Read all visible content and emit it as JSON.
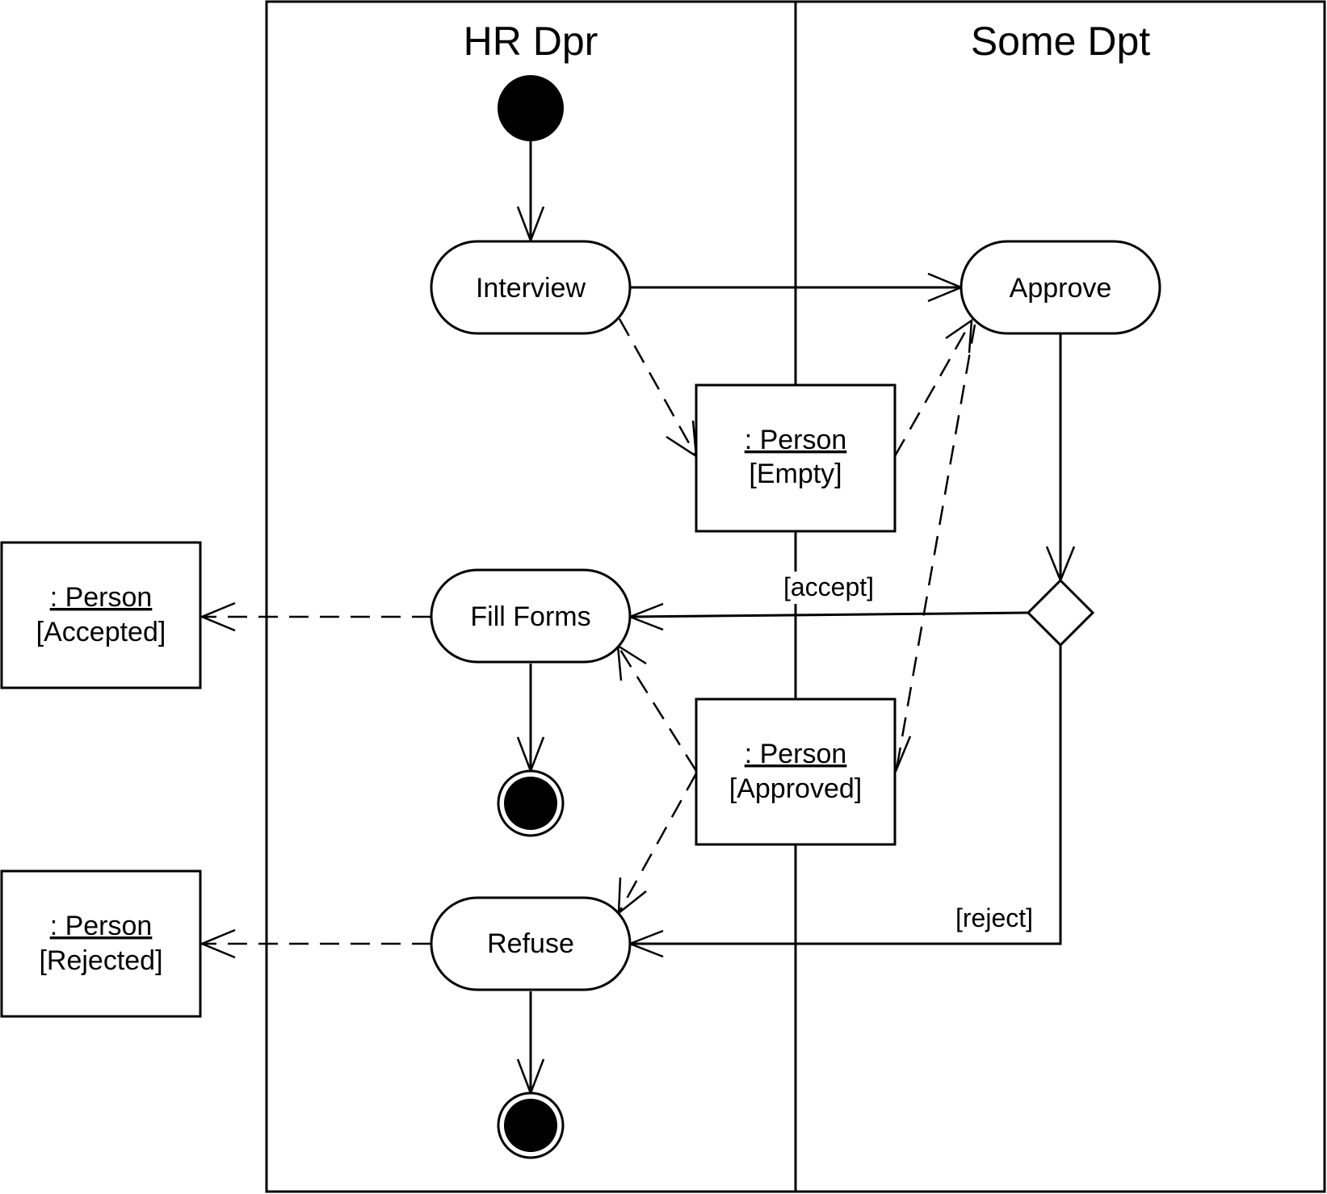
{
  "swimlanes": [
    {
      "id": "hr",
      "title": "HR Dpr"
    },
    {
      "id": "dept",
      "title": "Some Dpt"
    }
  ],
  "actions": {
    "interview": "Interview",
    "approve": "Approve",
    "fill_forms": "Fill Forms",
    "refuse": "Refuse"
  },
  "objects": {
    "person_empty": {
      "name": ": Person",
      "state": "[Empty]"
    },
    "person_approved": {
      "name": ": Person",
      "state": "[Approved]"
    },
    "person_accepted": {
      "name": ": Person",
      "state": "[Accepted]"
    },
    "person_rejected": {
      "name": ": Person",
      "state": "[Rejected]"
    }
  },
  "guards": {
    "accept": "[accept]",
    "reject": "[reject]"
  }
}
